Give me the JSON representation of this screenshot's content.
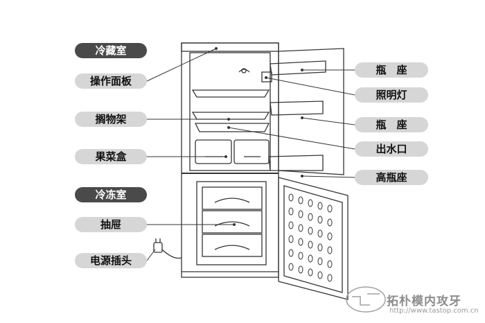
{
  "left_labels": {
    "fridge_compartment": "冷藏室",
    "control_panel": "操作面板",
    "shelf": "搁物架",
    "crisper": "果菜盒",
    "freezer_compartment": "冷冻室",
    "drawer": "抽屉",
    "power_plug": "电源插头"
  },
  "right_labels": {
    "bottle_seat_1": "瓶　座",
    "light": "照明灯",
    "bottle_seat_2": "瓶　座",
    "water_outlet": "出水口",
    "tall_bottle_seat": "高瓶座"
  },
  "watermark": {
    "brand": "拓朴模内攻牙",
    "url": "http://www.tastop.com.cn"
  },
  "colors": {
    "line": "#333333",
    "label_bg": "#d6d6d6",
    "dark_label_bg": "#4a4a4a"
  }
}
